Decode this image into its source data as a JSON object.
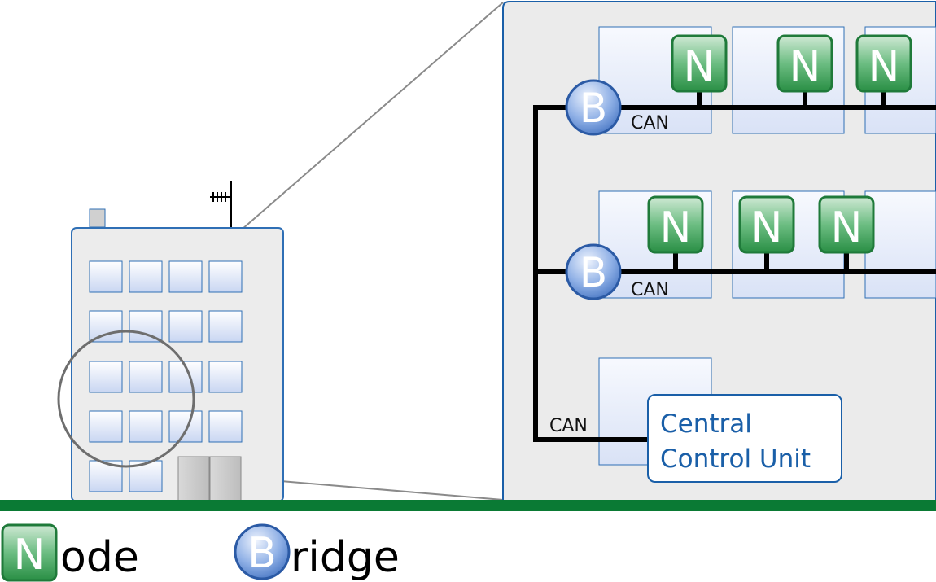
{
  "colors": {
    "node_fill_top": "#bfe3c6",
    "node_fill_bottom": "#2f9a4c",
    "node_border": "#1f7a3a",
    "bridge_fill_top": "#e3ecfb",
    "bridge_fill_bottom": "#4d7fcf",
    "bridge_border": "#2b5aa5",
    "panel_border": "#1a5fa8",
    "ground": "#0a7a34",
    "bus": "#000000"
  },
  "icons": {
    "node": "node-icon",
    "bridge": "bridge-icon",
    "antenna": "antenna-icon"
  },
  "diagram": {
    "node_letter": "N",
    "bridge_letter": "B",
    "bus_labels": [
      "CAN",
      "CAN",
      "CAN"
    ],
    "control_unit": {
      "line1": "Central",
      "line2": "Control Unit"
    }
  },
  "legend": {
    "node": {
      "letter": "N",
      "rest": "ode"
    },
    "bridge": {
      "letter": "B",
      "rest": "ridge"
    }
  }
}
